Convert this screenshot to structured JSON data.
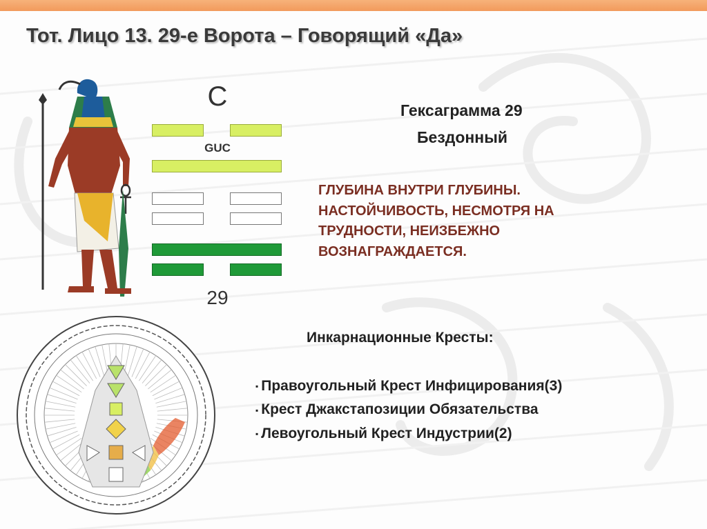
{
  "slide": {
    "title": "Тот. Лицо 13. 29-е Ворота – Говорящий «Да»",
    "accent_color": "#f29a5c"
  },
  "hexagram": {
    "top_letter": "C",
    "code": "GUC",
    "number": "29",
    "name_line1": "Гексаграмма 29",
    "name_line2": "Бездонный",
    "lines_top_to_bottom": [
      {
        "type": "broken",
        "color": "#d8ef63"
      },
      {
        "type": "solid",
        "color": "#d8ef63"
      },
      {
        "type": "broken",
        "color": "#ffffff"
      },
      {
        "type": "broken",
        "color": "#ffffff"
      },
      {
        "type": "solid",
        "color": "#1f9a38"
      },
      {
        "type": "broken",
        "color": "#1f9a38"
      }
    ]
  },
  "description": {
    "text": "ГЛУБИНА ВНУТРИ ГЛУБИНЫ.\nНАСТОЙЧИВОСТЬ, НЕСМОТРЯ НА\nТРУДНОСТИ, НЕИЗБЕЖНО\nВОЗНАГРАЖДАЕТСЯ.",
    "color": "#7a2e22"
  },
  "crosses": {
    "heading": "Инкарнационные Кресты:",
    "bullet": "▪",
    "items": [
      "Правоугольный Крест Инфицирования(3)",
      "Крест Джакстапозиции Обязательства",
      "Левоугольный Крест Индустрии(2)"
    ]
  },
  "images": {
    "left_figure": "thoth-figure-icon",
    "bodygraph": "bodygraph-mandala-icon"
  }
}
